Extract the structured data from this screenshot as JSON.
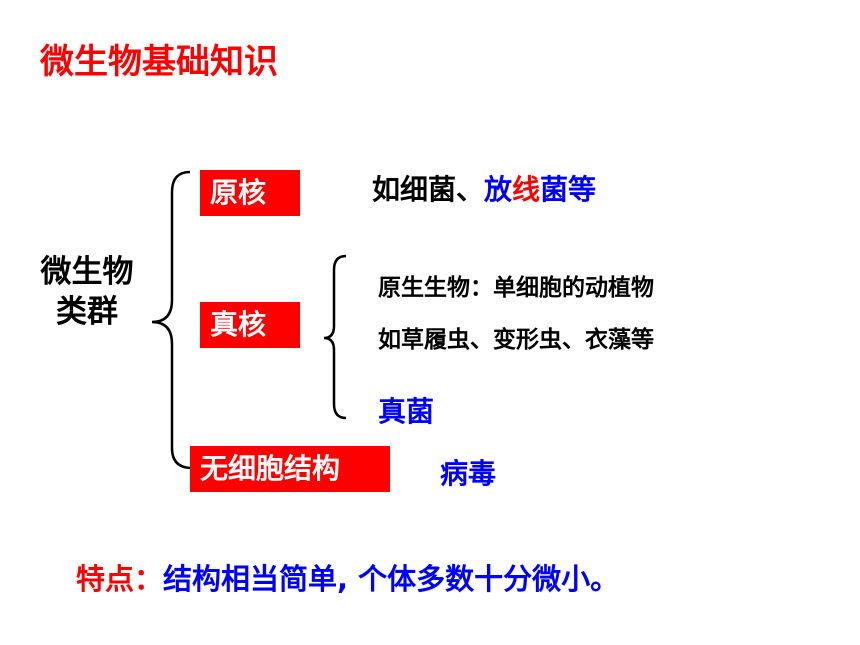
{
  "title": "微生物基础知识",
  "group_label_line1": "微生物",
  "group_label_line2": "类群",
  "prokaryote": {
    "label": "原核",
    "example_prefix": "如细菌、",
    "example_part_blue1": "放",
    "example_part_red": "线",
    "example_part_blue2": "菌等"
  },
  "eukaryote": {
    "label": "真核",
    "protist_line1": "原生生物：单细胞的动植物",
    "protist_line2": "如草履虫、变形虫、衣藻等",
    "fungi": "真菌"
  },
  "acellular": {
    "label": "无细胞结构",
    "example": "病毒"
  },
  "feature": {
    "label": "特点：",
    "text": "结构相当简单, 个体多数十分微小。"
  },
  "colors": {
    "accent_red": "#ff0000",
    "accent_blue": "#0000ff",
    "text_black": "#000000"
  }
}
